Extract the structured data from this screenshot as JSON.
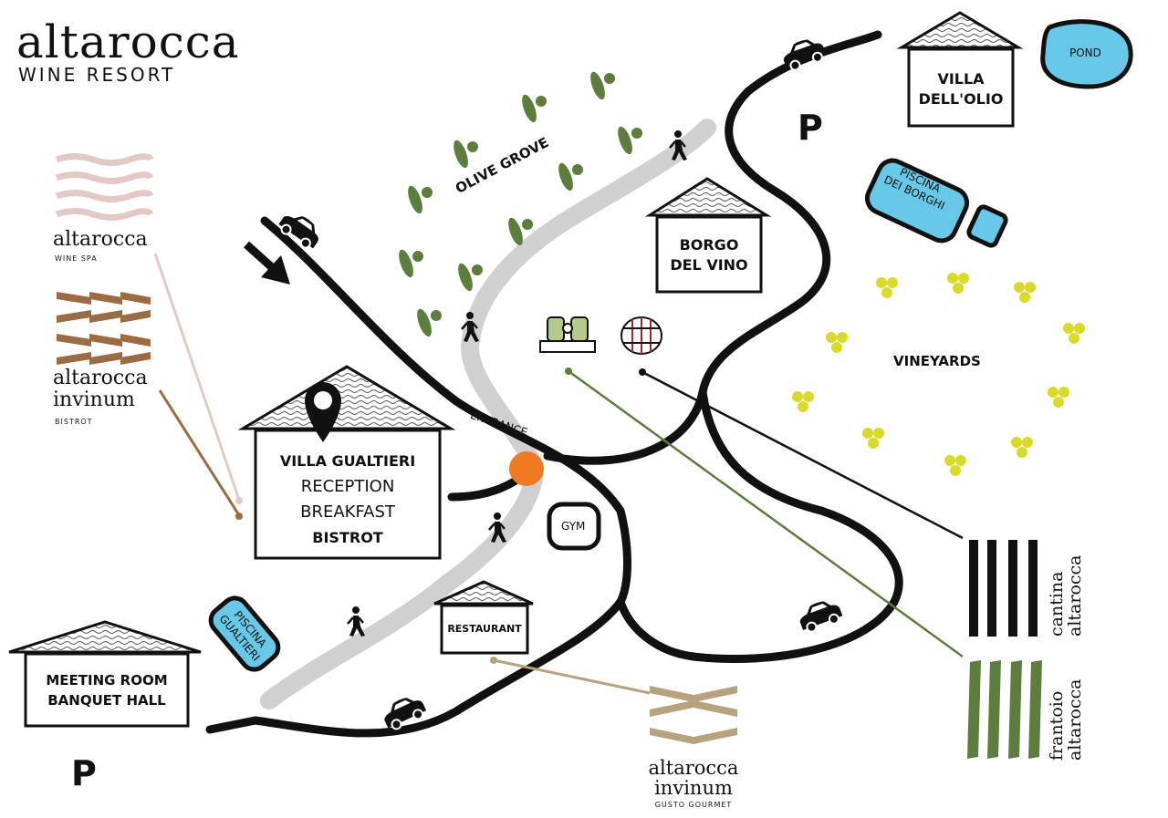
{
  "brand": {
    "name": "altarocca",
    "subtitle": "WINE RESORT"
  },
  "legend": {
    "spa": {
      "name": "altarocca",
      "sub": "WINE SPA",
      "color": "#e2c9c6"
    },
    "bistrot": {
      "line1": "altarocca",
      "line2": "invinum",
      "sub": "BISTROT",
      "color": "#9b6b43"
    },
    "gusto": {
      "line1": "altarocca",
      "line2": "invinum",
      "sub": "GUSTO GOURMET",
      "color": "#b7a27f"
    },
    "cantina": {
      "line1": "cantina",
      "line2": "altarocca",
      "color": "#111111"
    },
    "frantoio": {
      "line1": "frantoio",
      "line2": "altarocca",
      "color": "#5c7d3e"
    }
  },
  "areas": {
    "olive_grove": "OLIVE GROVE",
    "vineyards": "VINEYARDS",
    "entrance": "ENTRANCE",
    "gym": "GYM",
    "pond": "POND",
    "parking_top": "P",
    "parking_bottom": "P",
    "piscina_borghi": [
      "PISCINA",
      "DEI BORGHI"
    ],
    "piscina_gualtieri": [
      "PISCINA",
      "GUALTIERI"
    ]
  },
  "buildings": {
    "villa_olio": [
      "VILLA",
      "DELL'OLIO"
    ],
    "borgo_vino": [
      "BORGO",
      "DEL VINO"
    ],
    "villa_gualtieri": {
      "name": "VILLA GUALTIERI",
      "line2": "RECEPTION",
      "line3": "BREAKFAST",
      "line4": "BISTROT"
    },
    "restaurant": "RESTAURANT",
    "meeting": [
      "MEETING ROOM",
      "BANQUET HALL"
    ]
  },
  "colors": {
    "olive": "#5c7d3e",
    "grape": "#d9d92a",
    "water": "#67c8e8",
    "entrance_dot": "#f07a22",
    "path": "#cfcfcf",
    "road": "#111111"
  }
}
